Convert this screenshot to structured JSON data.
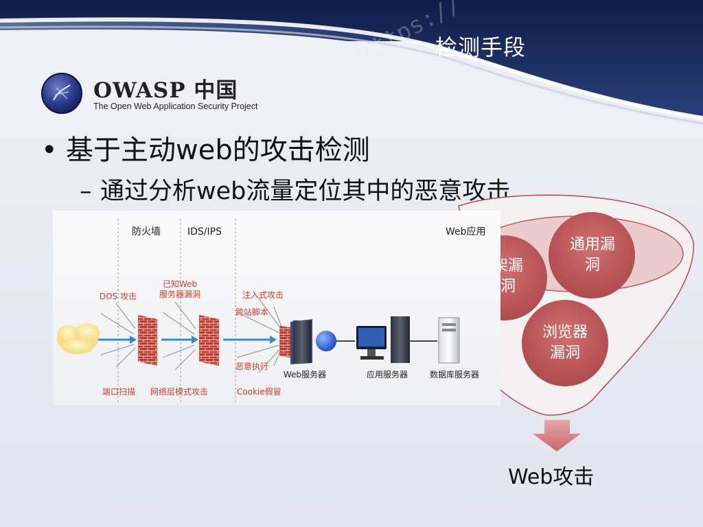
{
  "slide": {
    "title": "检测手段",
    "url_watermark": "https://"
  },
  "logo": {
    "name": "OWASP 中国",
    "subtitle": "The Open Web Application Security Project"
  },
  "bullets": {
    "level1": "基于主动web的攻击检测",
    "level1_marker": "•",
    "level2": "通过分析web流量定位其中的恶意攻击",
    "level2_marker": "–"
  },
  "diagram": {
    "zones": [
      "防火墙",
      "IDS/IPS",
      "Web应用"
    ],
    "attacks_left": [
      "DOS 攻击",
      "端口扫描"
    ],
    "attacks_middle": [
      "已知Web",
      "服务器漏洞",
      "网络层模式攻击"
    ],
    "attacks_right": [
      "注入式攻击",
      "跨站脚本",
      "恶意执行",
      "Cookie假冒"
    ],
    "servers": [
      "Web服务器",
      "应用服务器",
      "数据库服务器"
    ]
  },
  "funnel": {
    "bubbles": [
      {
        "lines": [
          "架漏",
          "洞"
        ]
      },
      {
        "lines": [
          "通用漏",
          "洞"
        ]
      },
      {
        "lines": [
          "浏览器",
          "漏洞"
        ]
      }
    ],
    "result": "Web攻击"
  },
  "colors": {
    "bubble": "#c0595c",
    "arrow": "#2b8fd6",
    "label_red": "#d83b2b",
    "firewall": "#c0392b"
  }
}
